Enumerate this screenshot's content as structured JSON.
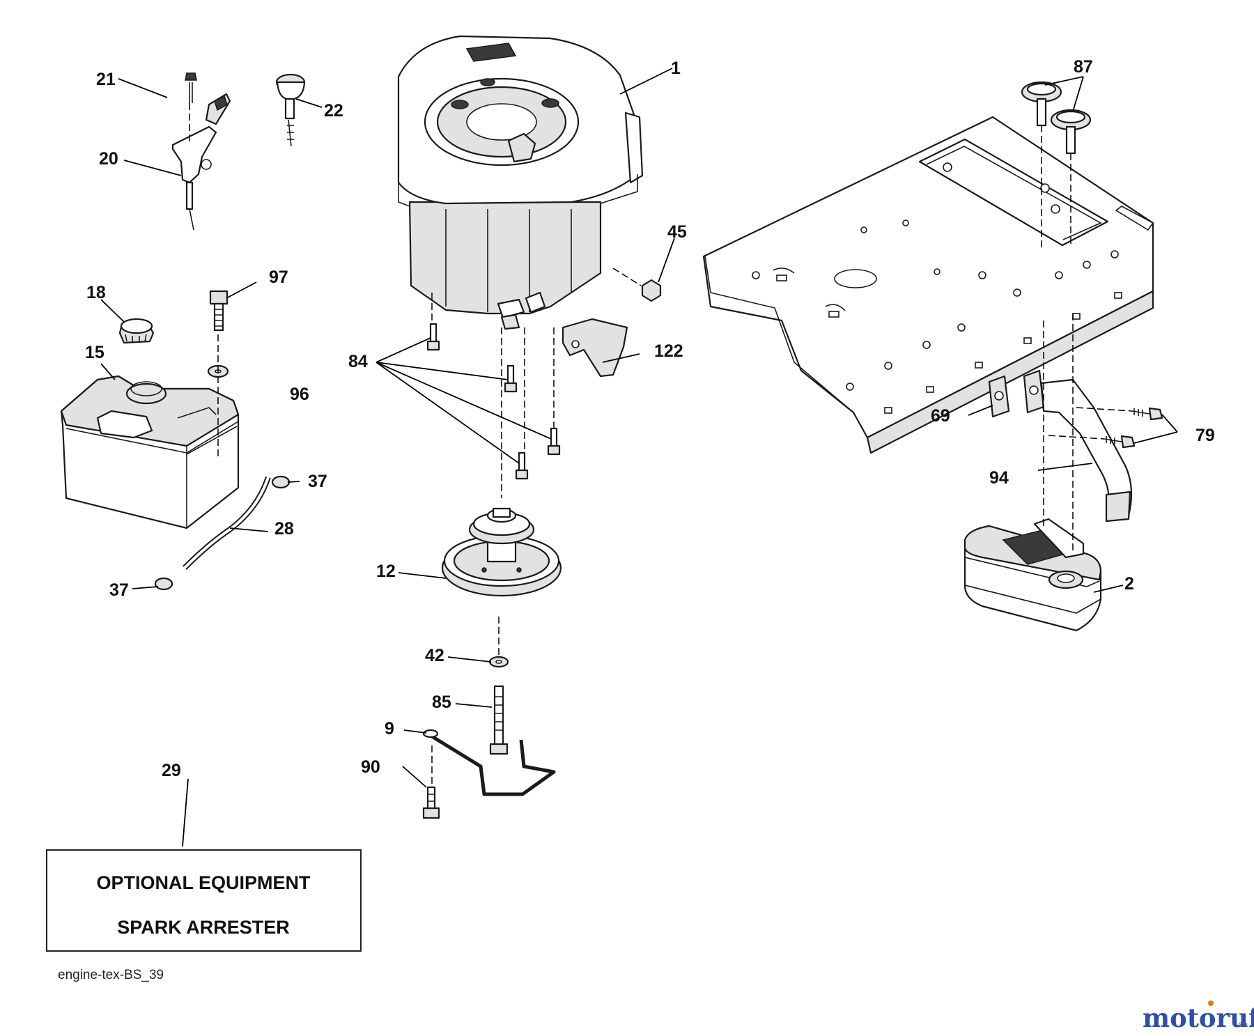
{
  "callouts": [
    "1",
    "2",
    "9",
    "12",
    "15",
    "18",
    "20",
    "21",
    "22",
    "28",
    "29",
    "37",
    "37",
    "42",
    "45",
    "69",
    "79",
    "84",
    "85",
    "87",
    "90",
    "94",
    "96",
    "97",
    "122"
  ],
  "optional_box": {
    "line1": "OPTIONAL EQUIPMENT",
    "line2": "SPARK ARRESTER"
  },
  "drawing_code": "engine-tex-BS_39",
  "watermark": {
    "brand": "motoruf",
    "tld": ".de",
    "colors": {
      "brand": "#2f4fa8",
      "accent": "#e07b1c"
    }
  }
}
